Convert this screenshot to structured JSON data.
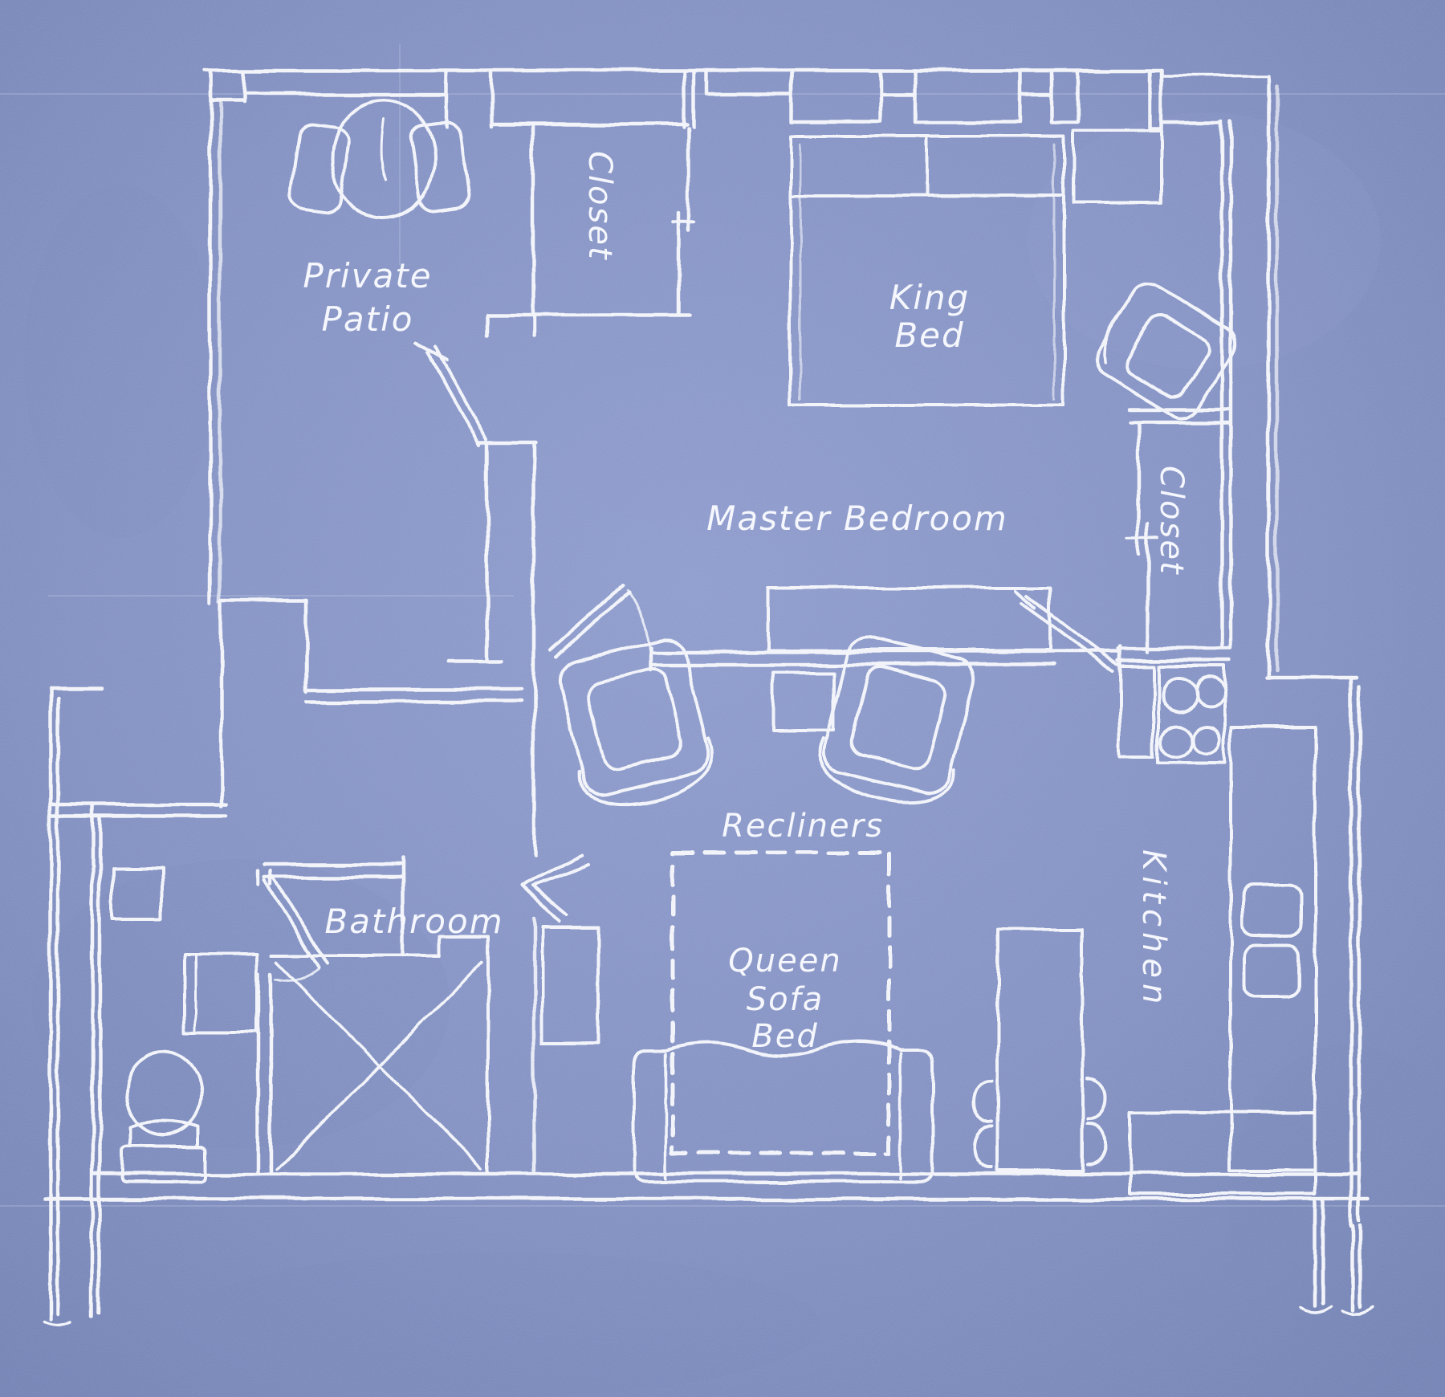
{
  "drawing": {
    "kind": "blueprint-floor-plan",
    "subject": "one-bedroom suite floor plan sketch"
  },
  "colors": {
    "paper": "#7b8abf",
    "paper_edge": "#6a7ab0",
    "ink": "#f2f4fa"
  },
  "labels": {
    "private_patio": {
      "line1": "Private",
      "line2": "Patio"
    },
    "closet_top": {
      "text": "Closet"
    },
    "king_bed": {
      "line1": "King",
      "line2": "Bed"
    },
    "master_bedroom": {
      "text": "Master Bedroom"
    },
    "closet_right": {
      "text": "Closet"
    },
    "recliners": {
      "text": "Recliners"
    },
    "bathroom": {
      "text": "Bathroom"
    },
    "queen_sofa_bed": {
      "line1": "Queen",
      "line2": "Sofa",
      "line3": "Bed"
    },
    "kitchen": {
      "text": "Kitchen"
    }
  }
}
